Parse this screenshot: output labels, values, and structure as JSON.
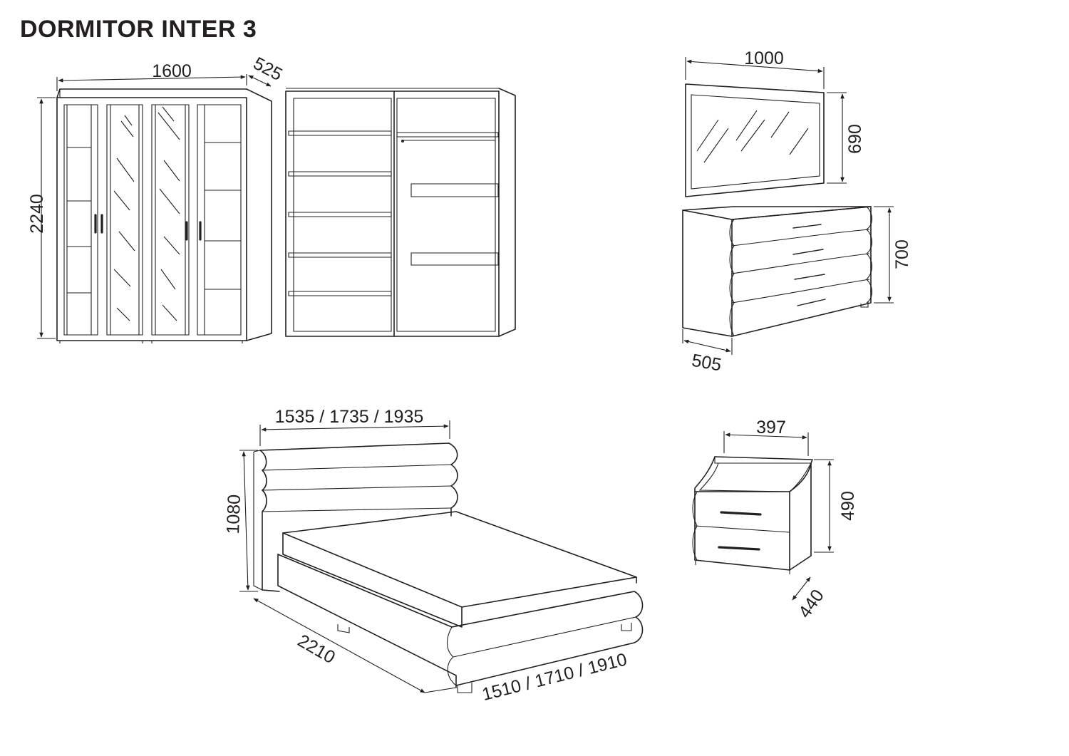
{
  "title": "DORMITOR INTER 3",
  "dimensions": {
    "wardrobe_width": "1600",
    "wardrobe_depth": "525",
    "wardrobe_height": "2240",
    "mirror_width": "1000",
    "mirror_height": "690",
    "dresser_height": "700",
    "dresser_depth": "505",
    "bed_headboard_width": "1535 / 1735 / 1935",
    "bed_headboard_height": "1080",
    "bed_length": "2210",
    "bed_width": "1510 / 1710 / 1910",
    "nightstand_width": "397",
    "nightstand_height": "490",
    "nightstand_depth": "440"
  },
  "colors": {
    "line": "#231f20",
    "background": "#ffffff"
  }
}
